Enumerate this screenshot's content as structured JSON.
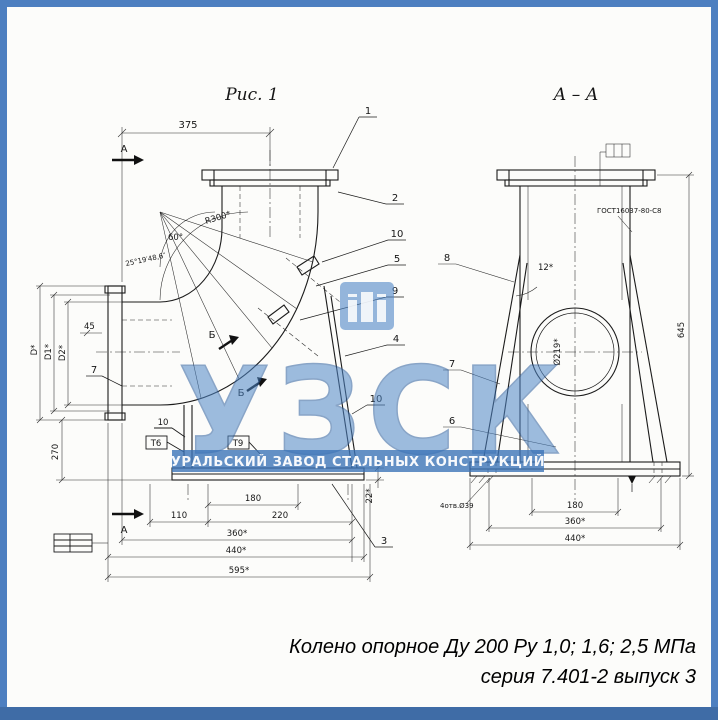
{
  "frame": {
    "border_color": "#4d7fc0",
    "footer_color": "#3f6ca6"
  },
  "titles": {
    "fig1": "Рис. 1",
    "section": "А – А"
  },
  "caption": {
    "line1": "Колено опорное Ду 200 Ру 1,0; 1,6; 2,5 МПа",
    "line2": "серия 7.401-2 выпуск 3"
  },
  "watermark": {
    "logo": "УЗСК",
    "banner": "УРАЛЬСКИЙ ЗАВОД СТАЛЬНЫХ КОНСТРУКЦИЙ"
  },
  "left": {
    "dim_375": "375",
    "radius": "R300*",
    "angle60": "60°",
    "angle_small": "25°19′48,6″",
    "dim_45": "45",
    "dD": "D*",
    "dD1": "D1*",
    "dD2": "D2*",
    "dim_270": "270",
    "dim_22": "22*",
    "dim_110": "110",
    "dim_180": "180",
    "dim_220": "220",
    "dim_360": "360*",
    "dim_440": "440*",
    "dim_595": "595*",
    "weld_10": "10",
    "weld_t6": "Т6",
    "weld_t9": "Т9",
    "marker_a": "А",
    "marker_b": "Б",
    "c1": "1",
    "c2": "2",
    "c3": "3",
    "c4": "4",
    "c5": "5",
    "c7": "7",
    "c9": "9",
    "c10a": "10",
    "c10b": "10"
  },
  "right": {
    "weld_spec": "ГОСТ16037-80-С8",
    "angle12": "12*",
    "hole": "Ø219*",
    "dim_645": "645",
    "dim_180": "180",
    "dim_360": "360*",
    "dim_440": "440*",
    "holes": "4отв.Ø39",
    "c6": "6",
    "c7": "7",
    "c8": "8"
  }
}
